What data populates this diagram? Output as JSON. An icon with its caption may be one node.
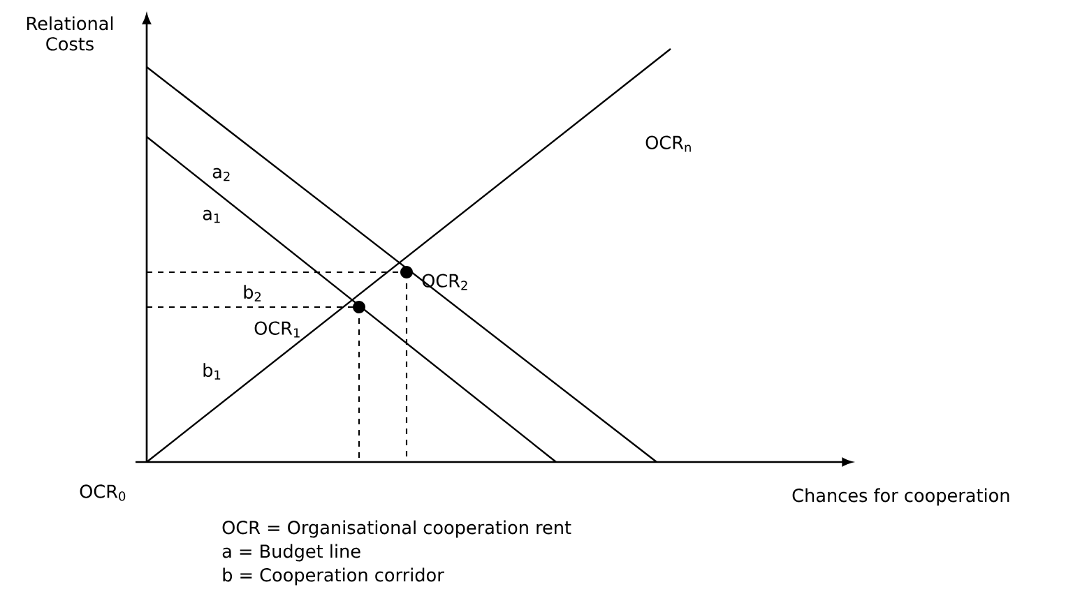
{
  "diagram": {
    "labels": [
      "Relational Costs",
      "OCR$_{n}$",
      "a$_{2}$",
      "a$_{1}$",
      "OCR$_{2}$",
      "b$_{2}$",
      "OCR$_{1}$",
      "b$_{1}$",
      "OCR$_{0}$",
      "Chances for cooperation",
      "OCR = Organisational cooperation rent",
      "a = Budget line",
      "b = Cooperation corridor"
    ]
  }
}
